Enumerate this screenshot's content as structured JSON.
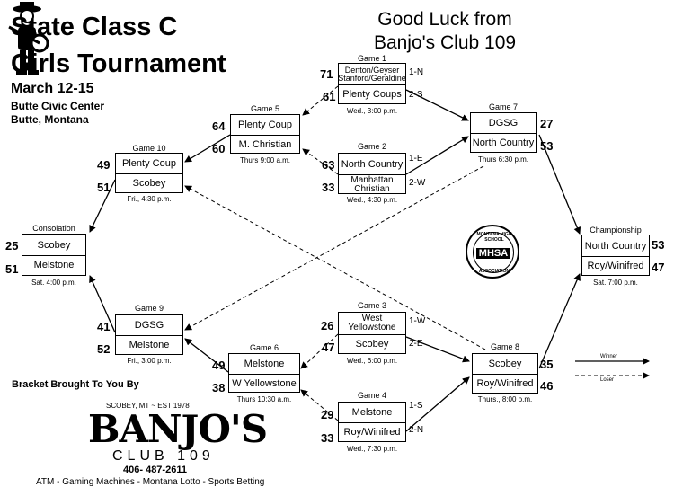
{
  "title": {
    "line1": "State  Class C",
    "line2": "Girls Tournament"
  },
  "dates": "March 12-15",
  "venue": "Butte Civic Center",
  "city": "Butte, Montana",
  "good_luck": {
    "line1": "Good Luck from",
    "line2": "Banjo's Club 109"
  },
  "games": {
    "g1": {
      "label": "Game 1",
      "top": "Denton/Geyser\nStanford/Geraldine",
      "bottom": "Plenty Coups",
      "top_score": "71",
      "bottom_score": "61",
      "top_seed": "1-N",
      "bottom_seed": "2-S",
      "time": "Wed., 3:00 p.m."
    },
    "g2": {
      "label": "Game 2",
      "top": "North Country",
      "bottom": "Manhattan\nChristian",
      "top_score": "63",
      "bottom_score": "33",
      "top_seed": "1-E",
      "bottom_seed": "2-W",
      "time": "Wed., 4:30 p.m."
    },
    "g3": {
      "label": "Game 3",
      "top": "West\nYellowstone",
      "bottom": "Scobey",
      "top_score": "26",
      "bottom_score": "47",
      "top_seed": "1-W",
      "bottom_seed": "2-E",
      "time": "Wed., 6:00 p.m."
    },
    "g4": {
      "label": "Game 4",
      "top": "Melstone",
      "bottom": "Roy/Winifred",
      "top_score": "29",
      "bottom_score": "33",
      "top_seed": "1-S",
      "bottom_seed": "2-N",
      "time": "Wed., 7:30 p.m."
    },
    "g5": {
      "label": "Game 5",
      "top": "Plenty Coup",
      "bottom": "M. Christian",
      "top_score": "64",
      "bottom_score": "60",
      "time": "Thurs 9:00 a.m."
    },
    "g6": {
      "label": "Game 6",
      "top": "Melstone",
      "bottom": "W Yellowstone",
      "top_score": "49",
      "bottom_score": "38",
      "time": "Thurs 10:30 a.m."
    },
    "g7": {
      "label": "Game 7",
      "top": "DGSG",
      "bottom": "North Country",
      "top_score": "27",
      "bottom_score": "53",
      "time": "Thurs 6:30 p.m."
    },
    "g8": {
      "label": "Game 8",
      "top": "Scobey",
      "bottom": "Roy/Winifred",
      "top_score": "35",
      "bottom_score": "46",
      "time": "Thurs., 8:00 p.m."
    },
    "g9": {
      "label": "Game 9",
      "top": "DGSG",
      "bottom": "Melstone",
      "top_score": "41",
      "bottom_score": "52",
      "time": "Fri., 3:00 p.m."
    },
    "g10": {
      "label": "Game 10",
      "top": "Plenty Coup",
      "bottom": "Scobey",
      "top_score": "49",
      "bottom_score": "51",
      "time": "Fri., 4:30 p.m."
    },
    "consolation": {
      "label": "Consolation",
      "top": "Scobey",
      "bottom": "Melstone",
      "top_score": "25",
      "bottom_score": "51",
      "time": "Sat. 4:00 p.m."
    },
    "championship": {
      "label": "Championship",
      "top": "North Country",
      "bottom": "Roy/Winifred",
      "top_score": "53",
      "bottom_score": "47",
      "time": "Sat. 7:00 p.m."
    }
  },
  "legend": {
    "winner": "Winner",
    "loser": "Loser"
  },
  "mhsa": {
    "ring_top": "MONTANA HIGH SCHOOL",
    "ring_bottom": "ASSOCIATION",
    "mark": "MHSA"
  },
  "sponsor": {
    "brought": "Bracket Brought To You By",
    "est": "SCOBEY, MT ~ EST 1978",
    "name": "BANJO'S",
    "club": "CLUB 109",
    "phone": "406- 487-2611",
    "services": "ATM - Gaming Machines - Montana Lotto -  Sports Betting"
  },
  "colors": {
    "ink": "#000000",
    "background": "#ffffff"
  }
}
